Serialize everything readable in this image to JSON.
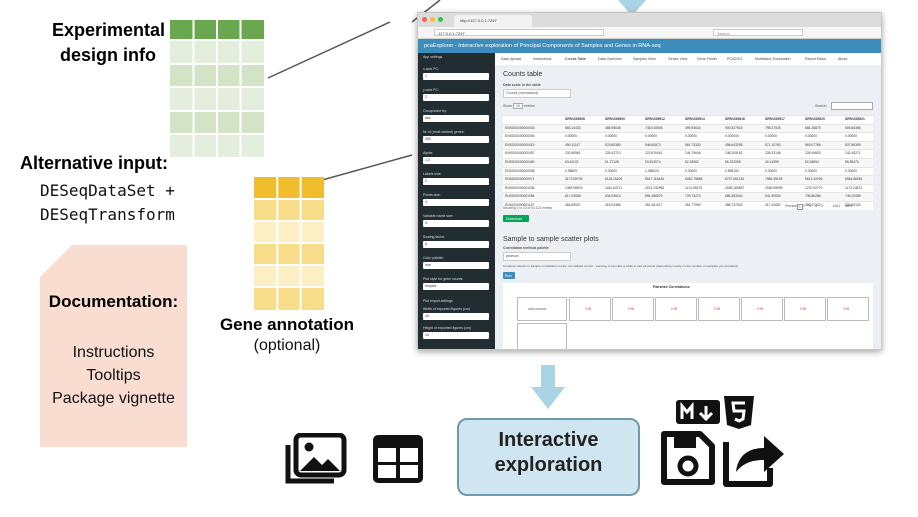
{
  "experimental": {
    "title_line1": "Experimental",
    "title_line2": "design info"
  },
  "alternative": {
    "title": "Alternative input:",
    "line1": "DESeqDataSet +",
    "line2": "DESeqTransform"
  },
  "documentation": {
    "title": "Documentation:",
    "items": [
      "Instructions",
      "Tooltips",
      "Package vignette"
    ]
  },
  "gene_annotation": {
    "title": "Gene annotation",
    "subtitle": "(optional)"
  },
  "center_box": {
    "line1": "Interactive",
    "line2": "exploration"
  },
  "colors": {
    "green": "#6aa84f",
    "green_light": "#e4eedc",
    "yellow": "#f0be2d",
    "yellow_light": "#fcefc4",
    "doc_bg": "#f8ddd0",
    "arrow": "#a9d4e3",
    "box_fill": "#cfe6f0",
    "box_border": "#6f9aaa",
    "app_blue": "#3c8dbc",
    "sidebar": "#222d32"
  },
  "icons": [
    "image-icon",
    "table-icon",
    "markdown-icon",
    "html5-icon",
    "save-icon",
    "share-icon"
  ],
  "browser": {
    "tab_label": "http://127.0.0.1:7297",
    "url": "127.0.0.1:7297",
    "search_placeholder": "Search",
    "app_title": "pcaExplorer - Interactive exploration of Principal Components of Samples and Genes in RNA-seq",
    "sidebar": {
      "section1": "App settings",
      "fields": [
        {
          "label": "x-axis PC:",
          "value": "1"
        },
        {
          "label": "y-axis PC:",
          "value": "2"
        },
        {
          "label": "Group/color by:",
          "value": "dex"
        },
        {
          "label": "Nr of (most variant) genes:",
          "value": "300"
        },
        {
          "label": "Alpha:",
          "value": "1.0"
        },
        {
          "label": "Labels size:",
          "value": "2"
        },
        {
          "label": "Points size:",
          "value": "4"
        },
        {
          "label": "Variable name size:",
          "value": "4"
        },
        {
          "label": "Scaling factor:",
          "value": "6"
        },
        {
          "label": "Color palette:",
          "value": "hue"
        },
        {
          "label": "Plot style for gene counts:",
          "value": "boxplot"
        }
      ],
      "section2": "Plot export settings",
      "export_fields": [
        {
          "label": "Width of exported figures (cm)",
          "value": "16"
        },
        {
          "label": "Height of exported figures (cm)",
          "value": "10"
        }
      ]
    },
    "tabs": [
      "Data Upload",
      "Instructions",
      "Counts Table",
      "Data Overview",
      "Samples View",
      "Genes View",
      "Gene Finder",
      "PCA2GO",
      "Multifactor Exploration",
      "Report Editor",
      "About"
    ],
    "counts": {
      "title": "Counts table",
      "scale_label": "Data scale in the table",
      "scale_value": "Counts (normalized)",
      "show_label": "Show",
      "show_value": "10",
      "entries_label": "entries",
      "search_label": "Search:",
      "columns": [
        "",
        "SRR1039508",
        "SRR1039509",
        "SRR1039512",
        "SRR1039513",
        "SRR1039516",
        "SRR1039517",
        "SRR1039520",
        "SRR1039521"
      ],
      "rows": [
        [
          "ENSG00000000003",
          "663.14433",
          "486.98648",
          "745.010506",
          "499.93634",
          "900.527915",
          "798.37526",
          "684.28875",
          "605.66366"
        ],
        [
          "ENSG00000000005",
          "0.00000",
          "0.00000",
          "0.00000",
          "0.00000",
          "0.000000",
          "0.00000",
          "0.00000",
          "0.00000"
        ],
        [
          "ENSG00000000419",
          "490.11147",
          "576.80380",
          "546.60873",
          "561.73330",
          "496.643255",
          "571.10763",
          "563.07766",
          "537.86399"
        ],
        [
          "ENSG00000000457",
          "232.69561",
          "225.42710",
          "222.876441",
          "244.79646",
          "248.205162",
          "228.23146",
          "228.49803",
          "242.45271"
        ],
        [
          "ENSG00000000460",
          "63.61102",
          "61.27125",
          "53.513074",
          "52.33962",
          "56.222095",
          "40.14399",
          "50.18894",
          "55.59473"
        ],
        [
          "ENSG00000000938",
          "0.98609",
          "0.00000",
          "1.455024",
          "0.00000",
          "0.895153",
          "0.00000",
          "0.00000",
          "0.00000"
        ],
        [
          "ENSG00000000971",
          "3173.59749",
          "6118.16105",
          "5517.118446",
          "6082.78885",
          "8737.501134",
          "7985.39155",
          "5612.32005",
          "6964.86081"
        ],
        [
          "ENSG00000001036",
          "1369.98576",
          "1181.64721",
          "1674.232962",
          "1114.05375",
          "1638.183857",
          "1536.95599",
          "1270.02770",
          "1173.24872"
        ],
        [
          "ENSG00000001084",
          "617.03068",
          "634.53614",
          "594.486079",
          "725.73270",
          "686.383416",
          "541.90534",
          "735.86286",
          "745.20089"
        ],
        [
          "ENSG00000001167",
          "364.89937",
          "415.03386",
          "351.061317",
          "351.77990",
          "388.737533",
          "417.42652",
          "380.07342",
          "334.89103"
        ]
      ],
      "info": "Showing 1 to 10 of 64,102 entries",
      "pagination": [
        "Previous",
        "1",
        "2",
        "3",
        "4",
        "5",
        "...",
        "6411",
        "Next"
      ],
      "download": "Download",
      "scatter_title": "Sample to sample scatter plots",
      "corr_label": "Correlation method palette",
      "corr_value": "pearson",
      "compute_text": "Compute sample to sample correlations on the normalized counts - warning, it can take a while to plot all points (depending mostly on the number of samples you provided).",
      "run": "Run",
      "pairwise": "Pairwise Correlations",
      "panel_label": "SRR1039508",
      "corr_cells": [
        "0.96",
        "0.96",
        "0.95",
        "0.96",
        "0.95",
        "0.96",
        "0.95"
      ]
    }
  }
}
